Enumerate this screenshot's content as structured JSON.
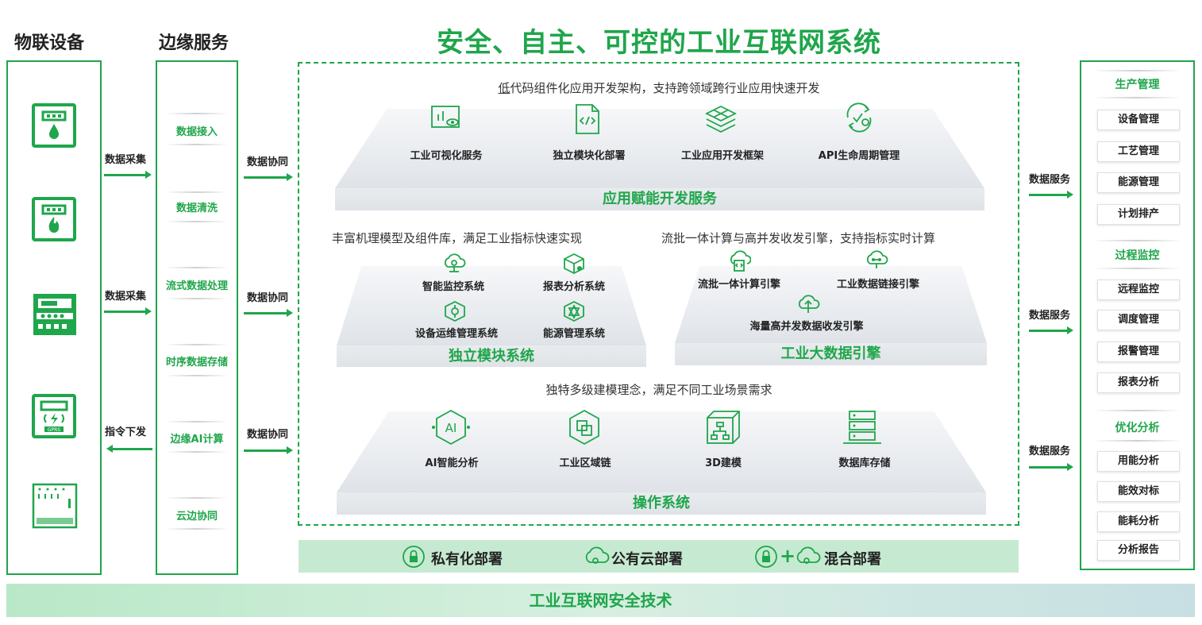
{
  "headers": {
    "iot": "物联设备",
    "edge": "边缘服务",
    "main": "安全、自主、可控的工业互联网系统"
  },
  "iot_icons": [
    "water-meter-icon",
    "gas-meter-icon",
    "controller-panel-icon",
    "gprs-meter-icon",
    "distribution-cabinet-icon"
  ],
  "iot_gprs_text": "GPRS",
  "left_arrows": [
    "数据采集",
    "数据采集",
    "指令下发"
  ],
  "edge_items": [
    "数据接入",
    "数据清洗",
    "流式数据处理",
    "时序数据存储",
    "边缘AI计算",
    "云边协同"
  ],
  "mid_arrows": [
    "数据协同",
    "数据协同",
    "数据协同"
  ],
  "top_layer": {
    "caption_first": "低",
    "caption_rest": "代码组件化应用开发架构，支持跨领域跨行业应用快速开发",
    "items": [
      {
        "label": "工业可视化服务",
        "icon": "visual-chart-icon"
      },
      {
        "label": "独立模块化部署",
        "icon": "code-file-icon"
      },
      {
        "label": "工业应用开发框架",
        "icon": "layers-icon"
      },
      {
        "label": "API生命周期管理",
        "icon": "api-cycle-icon"
      }
    ],
    "title": "应用赋能开发服务"
  },
  "mid_left": {
    "caption": "丰富机理模型及组件库，满足工业指标快速实现",
    "items": [
      {
        "label": "智能监控系统",
        "icon": "monitor-cloud-icon"
      },
      {
        "label": "报表分析系统",
        "icon": "report-cube-icon"
      },
      {
        "label": "设备运维管理系统",
        "icon": "device-ops-icon"
      },
      {
        "label": "能源管理系统",
        "icon": "energy-icon"
      }
    ],
    "title": "独立模块系统"
  },
  "mid_right": {
    "caption": "流批一体计算与高并发收发引擎，支持指标实时计算",
    "items": [
      {
        "label": "流批一体计算引擎",
        "icon": "stream-batch-icon"
      },
      {
        "label": "工业数据链接引擎",
        "icon": "data-link-icon"
      },
      {
        "label": "海量高并发数据收发引擎",
        "icon": "concurrency-cloud-icon"
      }
    ],
    "title": "工业大数据引擎"
  },
  "bottom_layer": {
    "caption": "独特多级建模理念，满足不同工业场景需求",
    "items": [
      {
        "label": "AI智能分析",
        "icon": "ai-chip-icon"
      },
      {
        "label": "工业区域链",
        "icon": "blockchain-icon"
      },
      {
        "label": "3D建模",
        "icon": "cube-3d-icon"
      },
      {
        "label": "数据库存储",
        "icon": "database-icon"
      }
    ],
    "title": "操作系统",
    "ai_text": "AI"
  },
  "deployment": {
    "private": "私有化部署",
    "public": "公有云部署",
    "plus": "+",
    "hybrid": "混合部署"
  },
  "right_arrows": [
    "数据服务",
    "数据服务",
    "数据服务"
  ],
  "right_groups": [
    {
      "title": "生产管理",
      "items": [
        "设备管理",
        "工艺管理",
        "能源管理",
        "计划排产"
      ]
    },
    {
      "title": "过程监控",
      "items": [
        "远程监控",
        "调度管理",
        "报警管理",
        "报表分析"
      ]
    },
    {
      "title": "优化分析",
      "items": [
        "用能分析",
        "能效对标",
        "能耗分析",
        "分析报告"
      ]
    }
  ],
  "footer": "工业互联网安全技术",
  "colors": {
    "accent": "#1fa64b",
    "deploy_bg": "#c6ead1"
  }
}
